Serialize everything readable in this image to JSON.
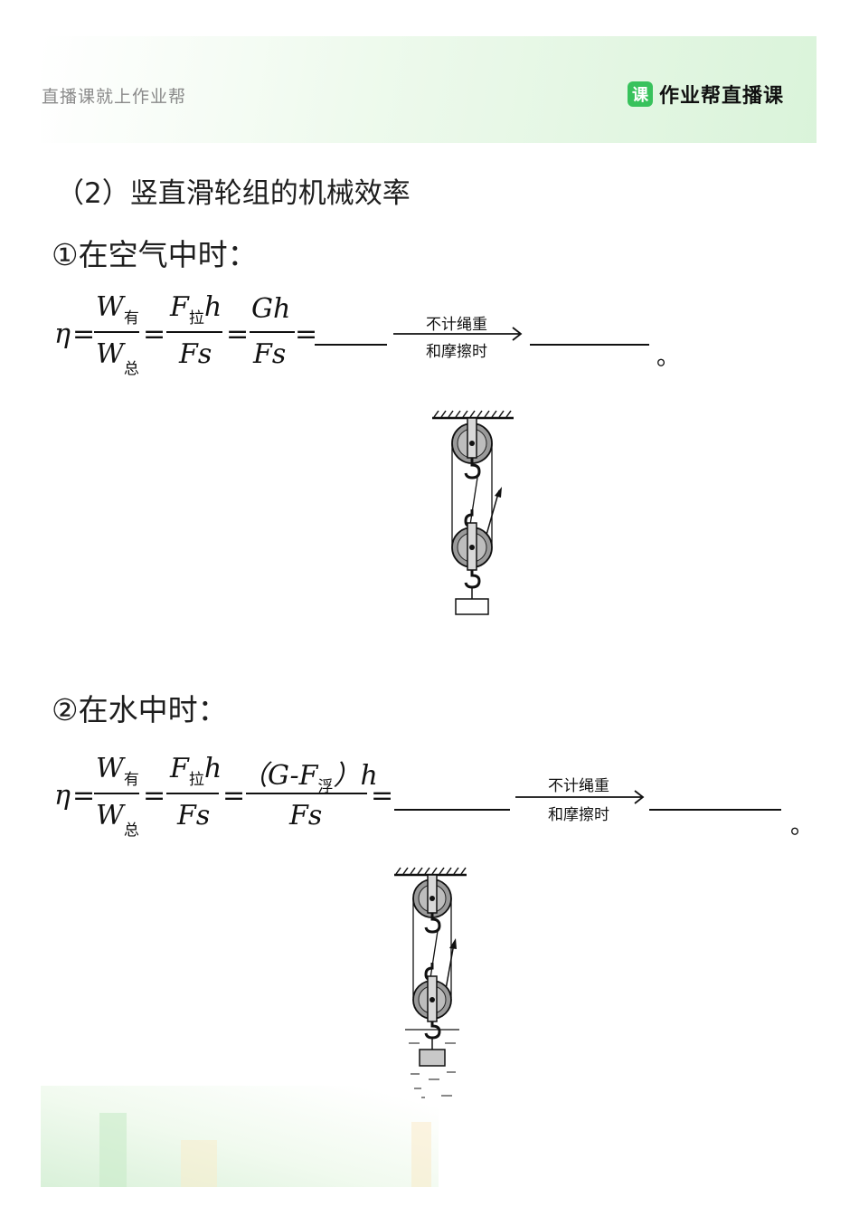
{
  "header": {
    "left_text": "直播课就上作业帮",
    "brand_icon_text": "课",
    "brand_text": "作业帮直播课"
  },
  "section_title": "（2）竖直滑轮组的机械效率",
  "case1": {
    "title": "①在空气中时：",
    "formula": {
      "eta": "η",
      "eq": "=",
      "W": "W",
      "sub_you": "有",
      "sub_zong": "总",
      "F": "F",
      "sub_la": "拉",
      "h": "h",
      "Fs": "Fs",
      "Gh": "Gh",
      "cond_top": "不计绳重",
      "cond_bottom": "和摩擦时",
      "period": "。"
    }
  },
  "case2": {
    "title": "②在水中时：",
    "formula": {
      "eta": "η",
      "eq": "=",
      "W": "W",
      "sub_you": "有",
      "sub_zong": "总",
      "F": "F",
      "sub_la": "拉",
      "h": "h",
      "Fs": "Fs",
      "num3_prefix": "（G-F",
      "sub_fu": "浮",
      "num3_suffix": "）h",
      "cond_top": "不计绳重",
      "cond_bottom": "和摩擦时",
      "period": "。"
    }
  }
}
